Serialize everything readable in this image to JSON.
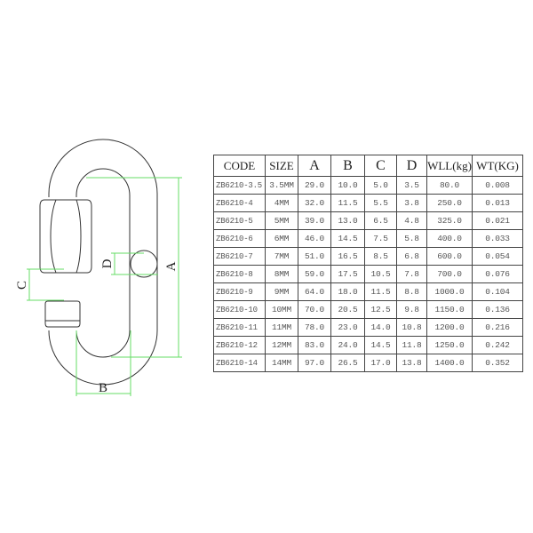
{
  "drawing": {
    "title": "Quick link carabiner dimension diagram",
    "dimension_labels": {
      "A": "A",
      "B": "B",
      "C": "C",
      "D": "D"
    },
    "colors": {
      "outline": "#333333",
      "dimension": "#66dd66"
    }
  },
  "table": {
    "headers": [
      "CODE",
      "SIZE",
      "A",
      "B",
      "C",
      "D",
      "WLL(kg)",
      "WT(KG)"
    ],
    "rows": [
      [
        "ZB6210-3.5",
        "3.5MM",
        "29.0",
        "10.0",
        "5.0",
        "3.5",
        "80.0",
        "0.008"
      ],
      [
        "ZB6210-4",
        "4MM",
        "32.0",
        "11.5",
        "5.5",
        "3.8",
        "250.0",
        "0.013"
      ],
      [
        "ZB6210-5",
        "5MM",
        "39.0",
        "13.0",
        "6.5",
        "4.8",
        "325.0",
        "0.021"
      ],
      [
        "ZB6210-6",
        "6MM",
        "46.0",
        "14.5",
        "7.5",
        "5.8",
        "400.0",
        "0.033"
      ],
      [
        "ZB6210-7",
        "7MM",
        "51.0",
        "16.5",
        "8.5",
        "6.8",
        "600.0",
        "0.054"
      ],
      [
        "ZB6210-8",
        "8MM",
        "59.0",
        "17.5",
        "10.5",
        "7.8",
        "700.0",
        "0.076"
      ],
      [
        "ZB6210-9",
        "9MM",
        "64.0",
        "18.0",
        "11.5",
        "8.8",
        "1000.0",
        "0.104"
      ],
      [
        "ZB6210-10",
        "10MM",
        "70.0",
        "20.5",
        "12.5",
        "9.8",
        "1150.0",
        "0.136"
      ],
      [
        "ZB6210-11",
        "11MM",
        "78.0",
        "23.0",
        "14.0",
        "10.8",
        "1200.0",
        "0.216"
      ],
      [
        "ZB6210-12",
        "12MM",
        "83.0",
        "24.0",
        "14.5",
        "11.8",
        "1250.0",
        "0.242"
      ],
      [
        "ZB6210-14",
        "14MM",
        "97.0",
        "26.5",
        "17.0",
        "13.8",
        "1400.0",
        "0.352"
      ]
    ]
  }
}
